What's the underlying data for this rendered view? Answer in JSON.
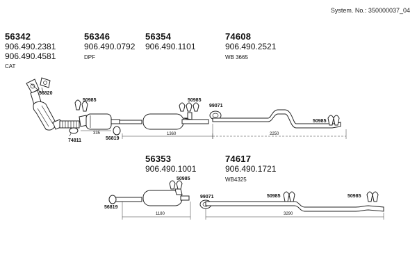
{
  "system_number": "System. No.: 350000037_04",
  "parts": [
    {
      "id": "56342",
      "oe": [
        "906.490.2381",
        "906.490.4581"
      ],
      "note": "CAT"
    },
    {
      "id": "56346",
      "oe": [
        "906.490.0792"
      ],
      "note": "DPF"
    },
    {
      "id": "56354",
      "oe": [
        "906.490.1101"
      ],
      "note": ""
    },
    {
      "id": "74608",
      "oe": [
        "906.490.2521"
      ],
      "note": "WB 3665"
    },
    {
      "id": "56353",
      "oe": [
        "906.490.1001"
      ],
      "note": ""
    },
    {
      "id": "74617",
      "oe": [
        "906.490.1721"
      ],
      "note": "WB4325"
    }
  ],
  "callouts": {
    "c56820": "56820",
    "c50985_a": "50985",
    "c74811": "74811",
    "c56819_a": "56819",
    "c50985_b": "50985",
    "c99071_a": "99071",
    "c50985_c": "50985",
    "c50985_d": "50985",
    "c56819_b": "56819",
    "c99071_b": "99071",
    "c50985_e": "50985",
    "c50985_f": "50985"
  },
  "dimensions": {
    "d335": "335",
    "d1360": "1360",
    "d2250": "2250",
    "d1180": "1180",
    "d3290": "3290"
  }
}
